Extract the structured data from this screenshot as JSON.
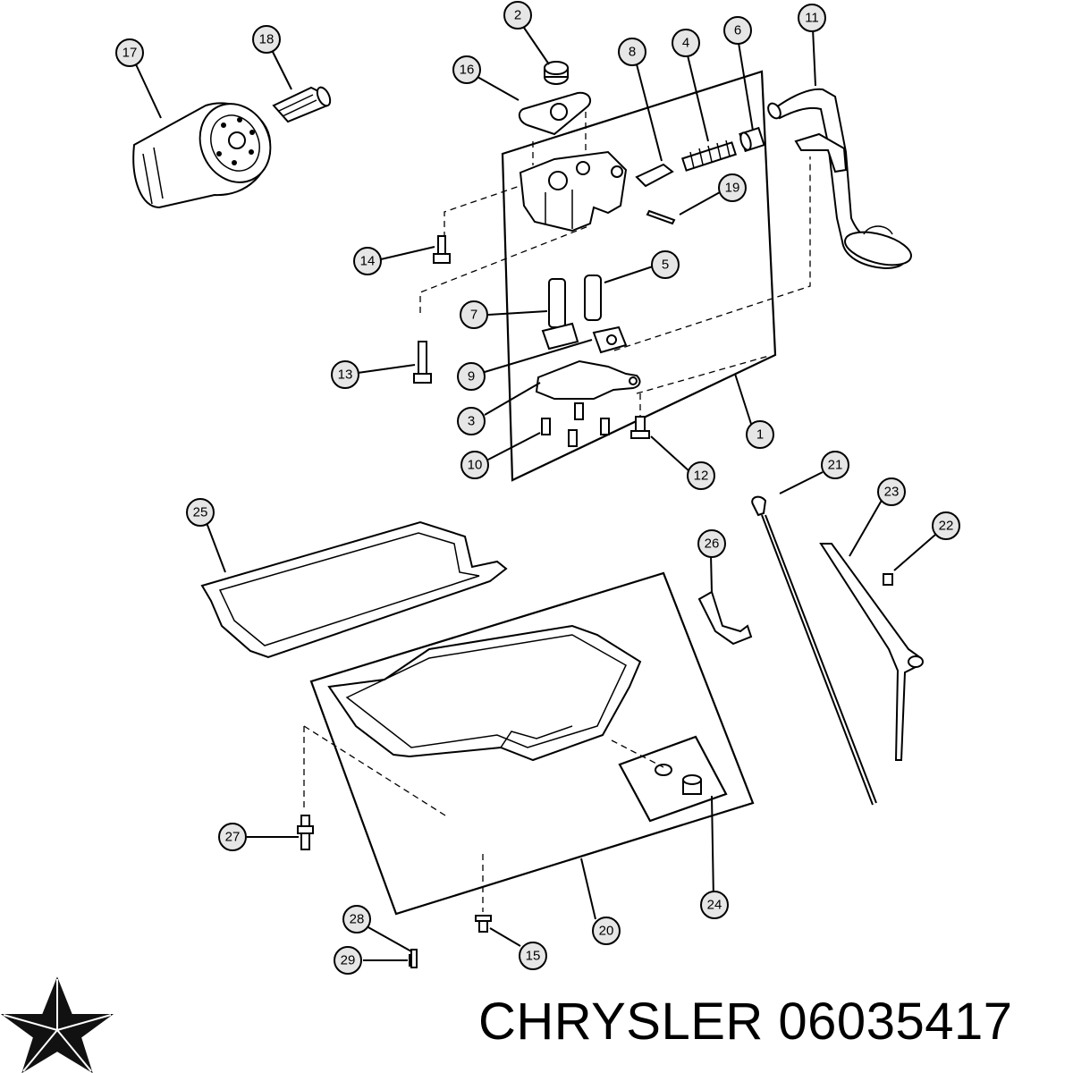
{
  "callouts": [
    {
      "id": "callout-2",
      "label": "2"
    },
    {
      "id": "callout-16",
      "label": "16"
    },
    {
      "id": "callout-8",
      "label": "8"
    },
    {
      "id": "callout-4",
      "label": "4"
    },
    {
      "id": "callout-6",
      "label": "6"
    },
    {
      "id": "callout-11",
      "label": "11"
    },
    {
      "id": "callout-17",
      "label": "17"
    },
    {
      "id": "callout-18",
      "label": "18"
    },
    {
      "id": "callout-19",
      "label": "19"
    },
    {
      "id": "callout-14",
      "label": "14"
    },
    {
      "id": "callout-5",
      "label": "5"
    },
    {
      "id": "callout-7",
      "label": "7"
    },
    {
      "id": "callout-13",
      "label": "13"
    },
    {
      "id": "callout-9",
      "label": "9"
    },
    {
      "id": "callout-3",
      "label": "3"
    },
    {
      "id": "callout-1",
      "label": "1"
    },
    {
      "id": "callout-10",
      "label": "10"
    },
    {
      "id": "callout-12",
      "label": "12"
    },
    {
      "id": "callout-21",
      "label": "21"
    },
    {
      "id": "callout-23",
      "label": "23"
    },
    {
      "id": "callout-22",
      "label": "22"
    },
    {
      "id": "callout-25",
      "label": "25"
    },
    {
      "id": "callout-26",
      "label": "26"
    },
    {
      "id": "callout-27",
      "label": "27"
    },
    {
      "id": "callout-24",
      "label": "24"
    },
    {
      "id": "callout-28",
      "label": "28"
    },
    {
      "id": "callout-20",
      "label": "20"
    },
    {
      "id": "callout-15",
      "label": "15"
    },
    {
      "id": "callout-29",
      "label": "29"
    }
  ],
  "footer": {
    "brand": "CHRYSLER",
    "part_number": "06035417",
    "text": "CHRYSLER 06035417",
    "logo": "chrysler-pentastar-logo"
  },
  "colors": {
    "line": "#000000",
    "callout_fill": "#e6e6e6",
    "background": "#ffffff"
  }
}
